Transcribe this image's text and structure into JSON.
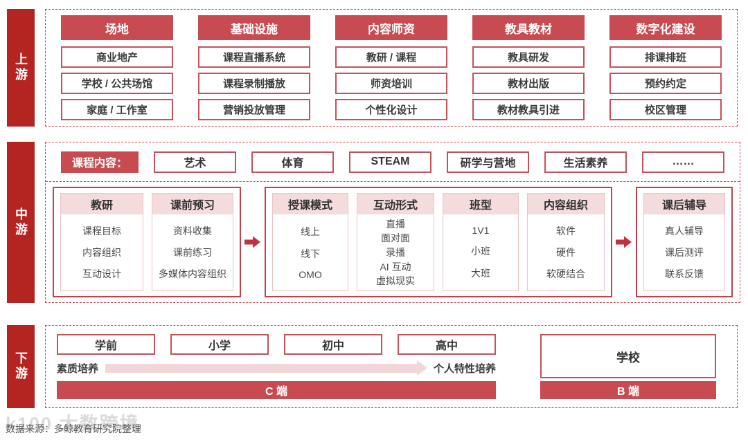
{
  "colors": {
    "dark_red": "#B42521",
    "red": "#C94B52",
    "box_border_red": "#C75059",
    "pink_header_bg": "#F4DCDD",
    "pale_arrow_pink": "#F2D6D8"
  },
  "sections": {
    "upstream": {
      "label": "上游",
      "columns": [
        {
          "header": "场地",
          "items": [
            "商业地产",
            "学校 / 公共场馆",
            "家庭 / 工作室"
          ]
        },
        {
          "header": "基础设施",
          "items": [
            "课程直播系统",
            "课程录制播放",
            "营销投放管理"
          ]
        },
        {
          "header": "内容师资",
          "items": [
            "教研 / 课程",
            "师资培训",
            "个性化设计"
          ]
        },
        {
          "header": "教具教材",
          "items": [
            "教具研发",
            "教材出版",
            "教材教具引进"
          ]
        },
        {
          "header": "数字化建设",
          "items": [
            "排课排班",
            "预约约定",
            "校区管理"
          ]
        }
      ]
    },
    "midstream": {
      "label": "中游",
      "course_label": "课程内容：",
      "categories": [
        "艺术",
        "体育",
        "STEAM",
        "研学与营地",
        "生活素养",
        "……"
      ],
      "flow": [
        {
          "columns": [
            {
              "header": "教研",
              "items": [
                "课程目标",
                "内容组织",
                "互动设计"
              ]
            },
            {
              "header": "课前预习",
              "items": [
                "资料收集",
                "课前练习",
                "多媒体内容组织"
              ]
            }
          ]
        },
        {
          "columns": [
            {
              "header": "授课模式",
              "items": [
                "线上",
                "线下",
                "OMO"
              ]
            },
            {
              "header": "互动形式",
              "items": [
                "直播",
                "面对面",
                "录播",
                "AI 互动",
                "虚拟现实"
              ]
            },
            {
              "header": "班型",
              "items": [
                "1V1",
                "小班",
                "大班"
              ]
            },
            {
              "header": "内容组织",
              "items": [
                "软件",
                "硬件",
                "软硬结合"
              ]
            }
          ]
        },
        {
          "columns": [
            {
              "header": "课后辅导",
              "items": [
                "真人辅导",
                "课后测评",
                "联系反馈"
              ]
            }
          ]
        }
      ]
    },
    "downstream": {
      "label": "下游",
      "stages": [
        "学前",
        "小学",
        "初中",
        "高中"
      ],
      "growth_left": "素质培养",
      "growth_right": "个人特性培养",
      "c_bar": "C 端",
      "school": "学校",
      "b_bar": "B 端"
    }
  },
  "footer": {
    "watermark": "k100 大数跨境",
    "source": "数据来源：多鲸教育研究院整理"
  }
}
